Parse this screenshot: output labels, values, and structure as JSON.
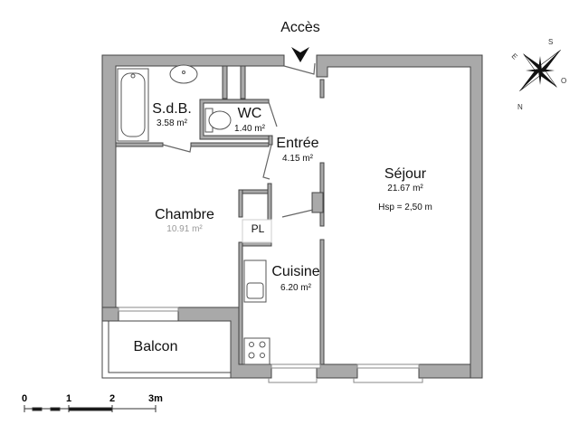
{
  "plan": {
    "access_label": "Accès",
    "ceiling_height": "Hsp =  2,50 m",
    "wall_color": "#a9a9a9",
    "wall_stroke": "#444444"
  },
  "rooms": [
    {
      "name": "S.d.B.",
      "area": "3.58 m²"
    },
    {
      "name": "WC",
      "area": "1.40 m²"
    },
    {
      "name": "Entrée",
      "area": "4.15 m²"
    },
    {
      "name": "Séjour",
      "area": "21.67 m²"
    },
    {
      "name": "Chambre",
      "area": "10.91 m²"
    },
    {
      "name": "Cuisine",
      "area": "6.20 m²"
    },
    {
      "name": "Balcon",
      "area": ""
    }
  ],
  "closet_label": "PL",
  "compass": {
    "n": "N",
    "s": "S",
    "e": "E",
    "o": "O"
  },
  "scale": {
    "ticks": [
      "0",
      "1",
      "2",
      "3m"
    ]
  }
}
